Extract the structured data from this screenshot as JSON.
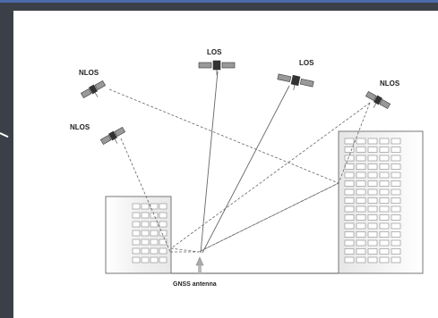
{
  "diagram": {
    "labels": {
      "nlos_top_left": "NLOS",
      "nlos_left": "NLOS",
      "los_center": "LOS",
      "los_right": "LOS",
      "nlos_right": "NLOS"
    },
    "caption": "GNSS antenna"
  },
  "colors": {
    "frame": "#3b4048",
    "panel": "#ffffff",
    "building_stroke": "#555555",
    "ray": "#666666"
  }
}
